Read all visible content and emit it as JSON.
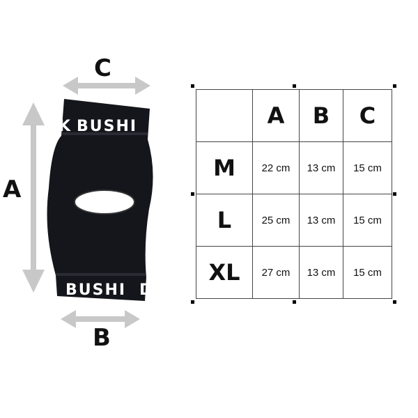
{
  "image": {
    "dimension_labels": {
      "a": "A",
      "b": "B",
      "c": "C"
    },
    "band_text": "BUSHI",
    "colors": {
      "arrow": "#c8c8c8",
      "pad": "#15161c",
      "band_text": "#ffffff"
    }
  },
  "size_table": {
    "columns": [
      "",
      "A",
      "B",
      "C"
    ],
    "rows": [
      {
        "size": "M",
        "a": "22 cm",
        "b": "13 cm",
        "c": "15 cm"
      },
      {
        "size": "L",
        "a": "25 cm",
        "b": "13 cm",
        "c": "15 cm"
      },
      {
        "size": "XL",
        "a": "27 cm",
        "b": "13 cm",
        "c": "15 cm"
      }
    ]
  }
}
